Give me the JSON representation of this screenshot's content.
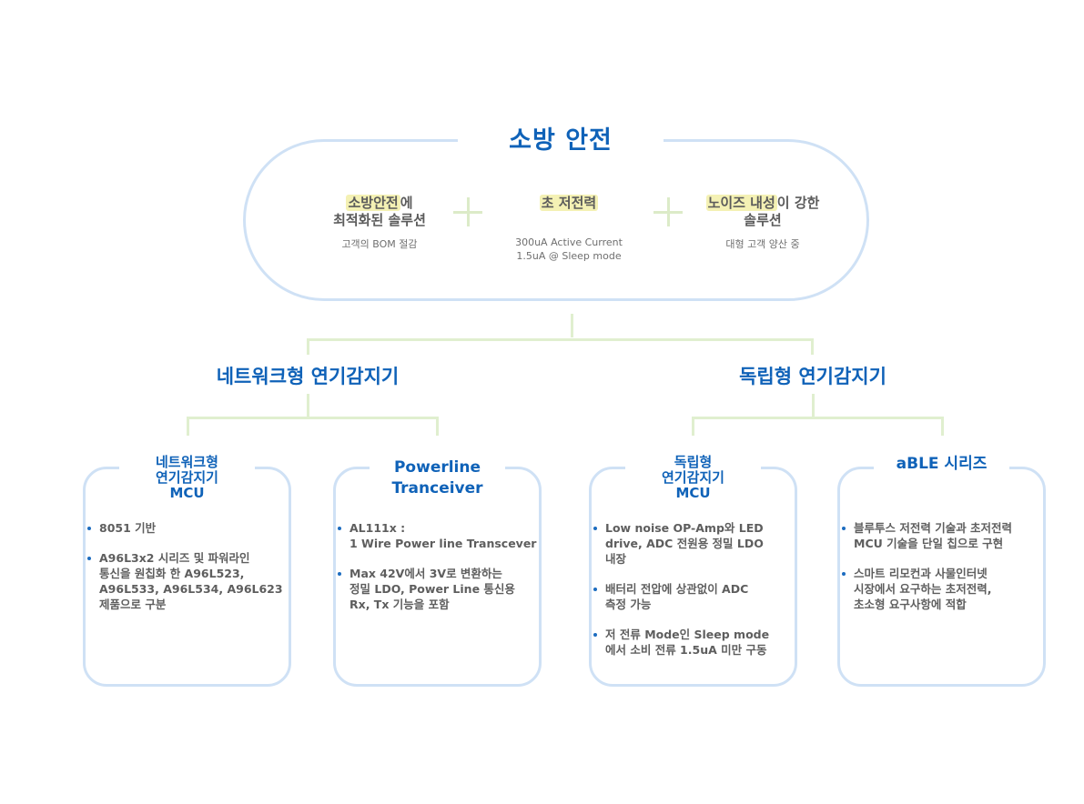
{
  "title": "소방 안전",
  "features": [
    {
      "highlight": "소방안전",
      "rest_line1": "에",
      "line2": "최적화된 솔루션",
      "sub": "고객의 BOM 절감"
    },
    {
      "highlight": "초 저전력",
      "rest_line1": "",
      "line2": "",
      "sub": "300uA Active Current\n1.5uA @ Sleep mode"
    },
    {
      "highlight": "노이즈 내성",
      "rest_line1": "이 강한",
      "line2": "솔루션",
      "sub": "대형 고객 양산 중"
    }
  ],
  "branches": [
    {
      "title": "네트워크형 연기감지기"
    },
    {
      "title": "독립형 연기감지기"
    }
  ],
  "cards": [
    {
      "title": "네트워크형\n연기감지기\nMCU",
      "items": [
        "8051 기반",
        "A96L3x2 시리즈 및 파워라인\n통신을 원칩화 한 A96L523,\nA96L533, A96L534, A96L623\n제품으로 구분"
      ]
    },
    {
      "title": "Powerline\nTranceiver",
      "items": [
        "AL111x :\n1 Wire Power line Transcever",
        "Max 42V에서 3V로 변환하는\n정밀 LDO, Power Line 통신용\n Rx, Tx 기능을 포함"
      ]
    },
    {
      "title": "독립형\n연기감지기\nMCU",
      "items": [
        "Low noise OP-Amp와 LED\ndrive, ADC 전원용 정밀 LDO\n내장",
        "배터리 전압에 상관없이 ADC\n측정 가능",
        "저 전류 Mode인 Sleep mode\n에서 소비 전류 1.5uA 미만 구동"
      ]
    },
    {
      "title": "aBLE 시리즈",
      "items": [
        "블루투스 저전력 기술과 초저전력\nMCU 기술을 단일 칩으로 구현",
        "스마트 리모컨과 사물인터넷\n시장에서 요구하는 초저전력,\n초소형 요구사항에 적합"
      ]
    }
  ],
  "colors": {
    "accent": "#0f62b8",
    "outline": "#cfe1f5",
    "connector": "#e0efcf",
    "highlight": "#f4f1b4",
    "bullet": "#1c6cc0"
  }
}
